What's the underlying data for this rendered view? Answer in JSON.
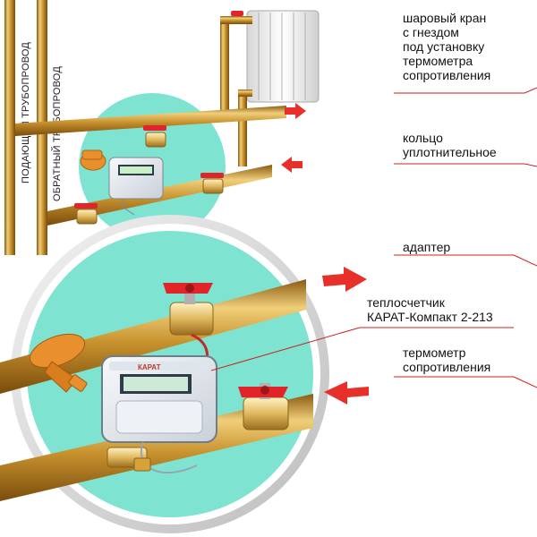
{
  "pipe_labels": {
    "supply": "ПОДАЮЩИЙ ТРУБОПРОВОД",
    "return": "ОБРАТНЫЙ ТРУБОПРОВОД"
  },
  "callouts": [
    {
      "id": "ball-valve",
      "text": "шаровый кран\nс гнездом\nпод установку\nтермометра\nсопротивления"
    },
    {
      "id": "seal-ring",
      "text": "кольцо\nуплотнительное"
    },
    {
      "id": "adapter",
      "text": "адаптер"
    },
    {
      "id": "heat-meter",
      "text": "теплосчетчик\nКАРАТ-Компакт 2-213"
    },
    {
      "id": "resistance-thermometer",
      "text": "термометр\nсопротивления"
    }
  ],
  "meter_brand": "КАРАТ",
  "colors": {
    "pipe": "#c8922e",
    "pipe_dark": "#8a5a12",
    "pipe_light": "#f0cf7a",
    "zone": "#7ee3d0",
    "valve_handle": "#e0242a",
    "flow_arrow": "#e8302a",
    "leader_line": "#cc2222",
    "meter_body": "#e6eaf0",
    "radiator": "#f3f3f3"
  },
  "icons": [
    "radiator-icon",
    "ball-valve-icon",
    "heat-meter-icon",
    "strainer-icon",
    "flow-arrow-icon"
  ]
}
